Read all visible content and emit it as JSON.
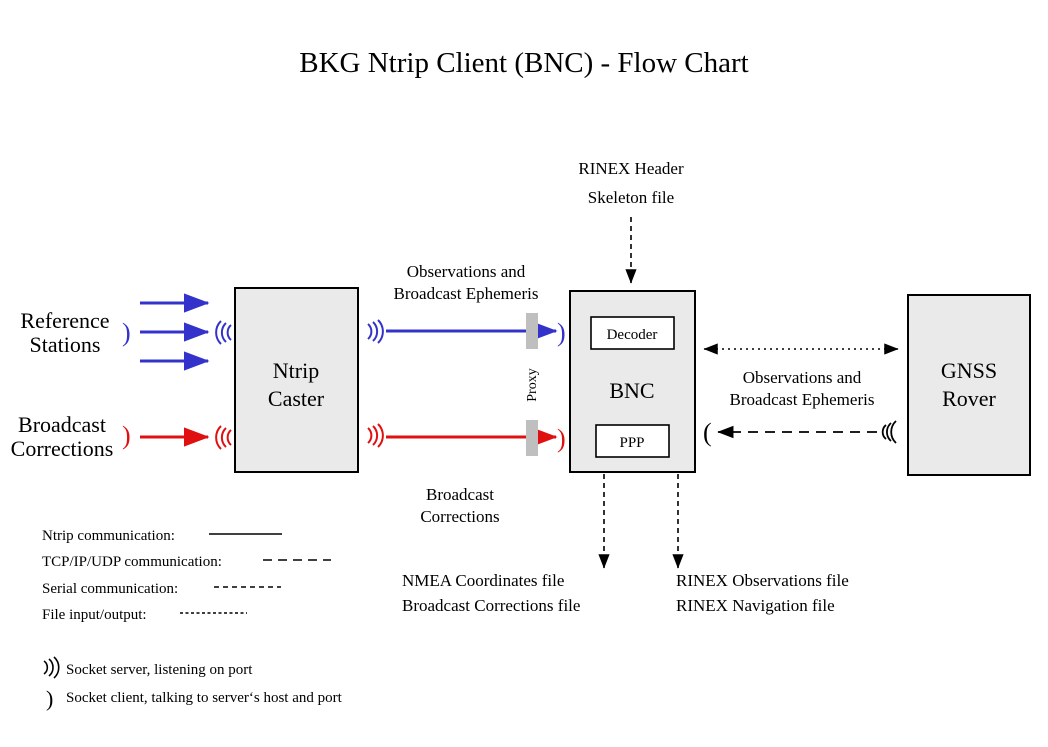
{
  "title": "BKG Ntrip Client (BNC)  -  Flow Chart",
  "colors": {
    "ntrip_blue": "#3333CC",
    "corrections_red": "#E01010",
    "box_fill": "#EAEAEA",
    "box_stroke": "#000000",
    "inner_fill": "#FFFFFF",
    "proxy_bar": "#BFBFBF",
    "line": "#000000"
  },
  "nodes": {
    "reference_stations": {
      "label_line1": "Reference",
      "label_line2": "Stations"
    },
    "broadcast_corrections_src": {
      "label_line1": "Broadcast",
      "label_line2": "Corrections"
    },
    "ntrip_caster": {
      "label_line1": "Ntrip",
      "label_line2": "Caster"
    },
    "bnc": {
      "label": "BNC",
      "decoder": "Decoder",
      "ppp": "PPP"
    },
    "gnss_rover": {
      "label_line1": "GNSS",
      "label_line2": "Rover"
    }
  },
  "edge_labels": {
    "caster_to_bnc_top_line1": "Observations and",
    "caster_to_bnc_top_line2": "Broadcast Ephemeris",
    "caster_to_bnc_bottom_line1": "Broadcast",
    "caster_to_bnc_bottom_line2": "Corrections",
    "proxy": "Proxy",
    "rinex_skeleton_line1": "RINEX Header",
    "rinex_skeleton_line2": "Skeleton file",
    "bnc_to_rover_line1": "Observations and",
    "bnc_to_rover_line2": "Broadcast Ephemeris",
    "out_left_line1": "NMEA Coordinates file",
    "out_left_line2": "Broadcast Corrections file",
    "out_right_line1": "RINEX Observations file",
    "out_right_line2": "RINEX Navigation file"
  },
  "legend": {
    "items": [
      {
        "label": "Ntrip communication:",
        "style": "solid"
      },
      {
        "label": "TCP/IP/UDP communication:",
        "style": "dashed-long"
      },
      {
        "label": "Serial communication:",
        "style": "dashed-medium"
      },
      {
        "label": "File input/output:",
        "style": "dotted-fine"
      }
    ],
    "sockets": [
      {
        "icon": "socket-server-icon",
        "label": "Socket server, listening on port"
      },
      {
        "icon": "socket-client-icon",
        "label": "Socket client, talking to server‘s host and port"
      }
    ]
  }
}
